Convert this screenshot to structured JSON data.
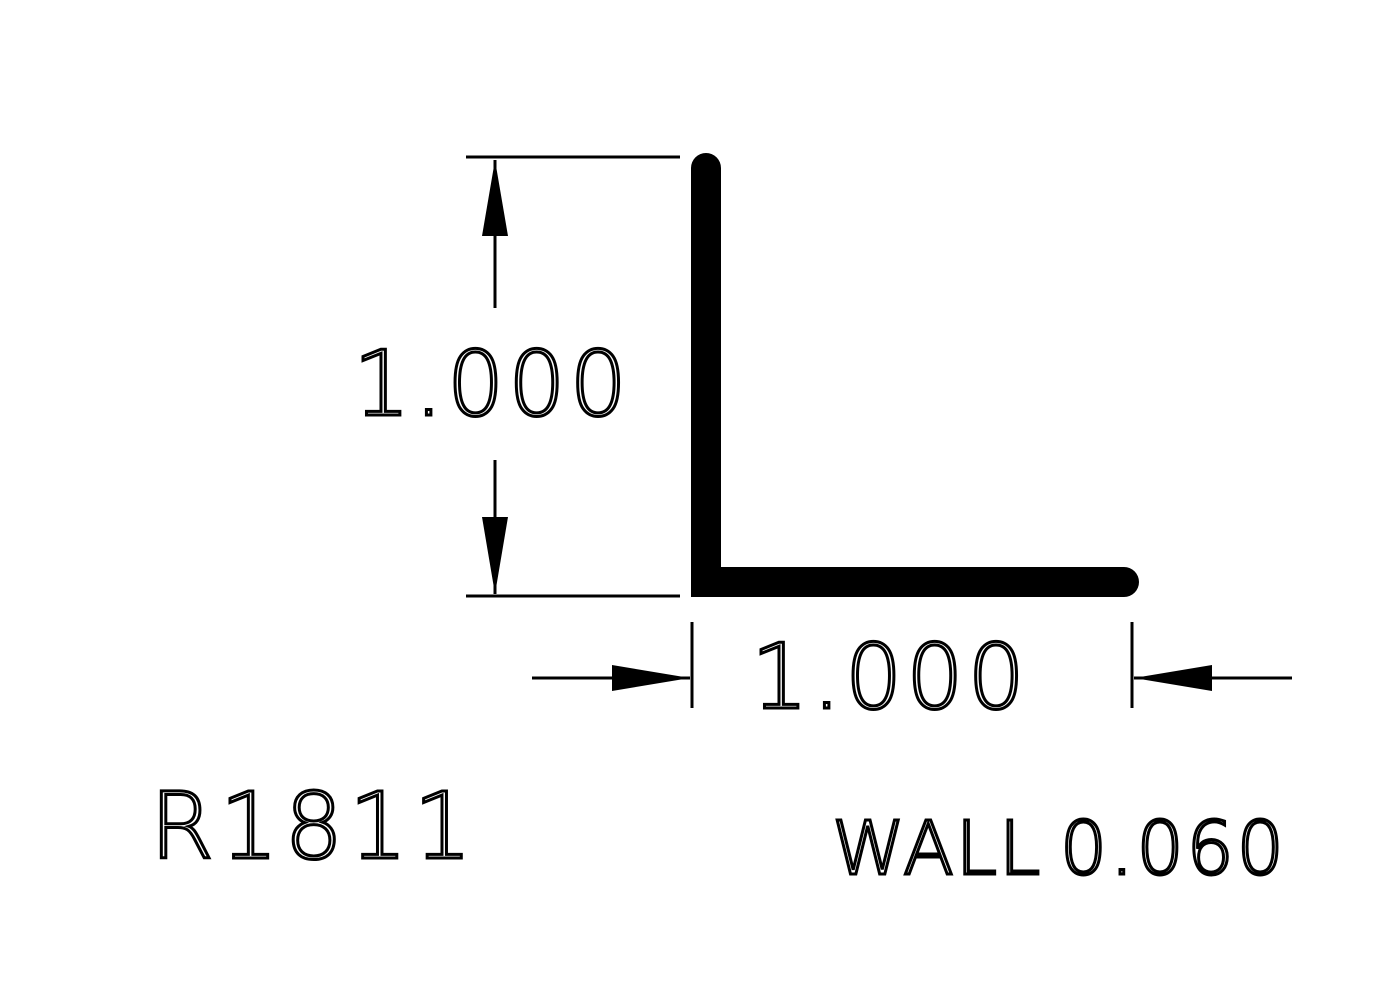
{
  "part_number": "R1811",
  "wall": {
    "label": "WALL",
    "value": "0.060"
  },
  "dimensions": {
    "height": "1.000",
    "width": "1.000"
  }
}
